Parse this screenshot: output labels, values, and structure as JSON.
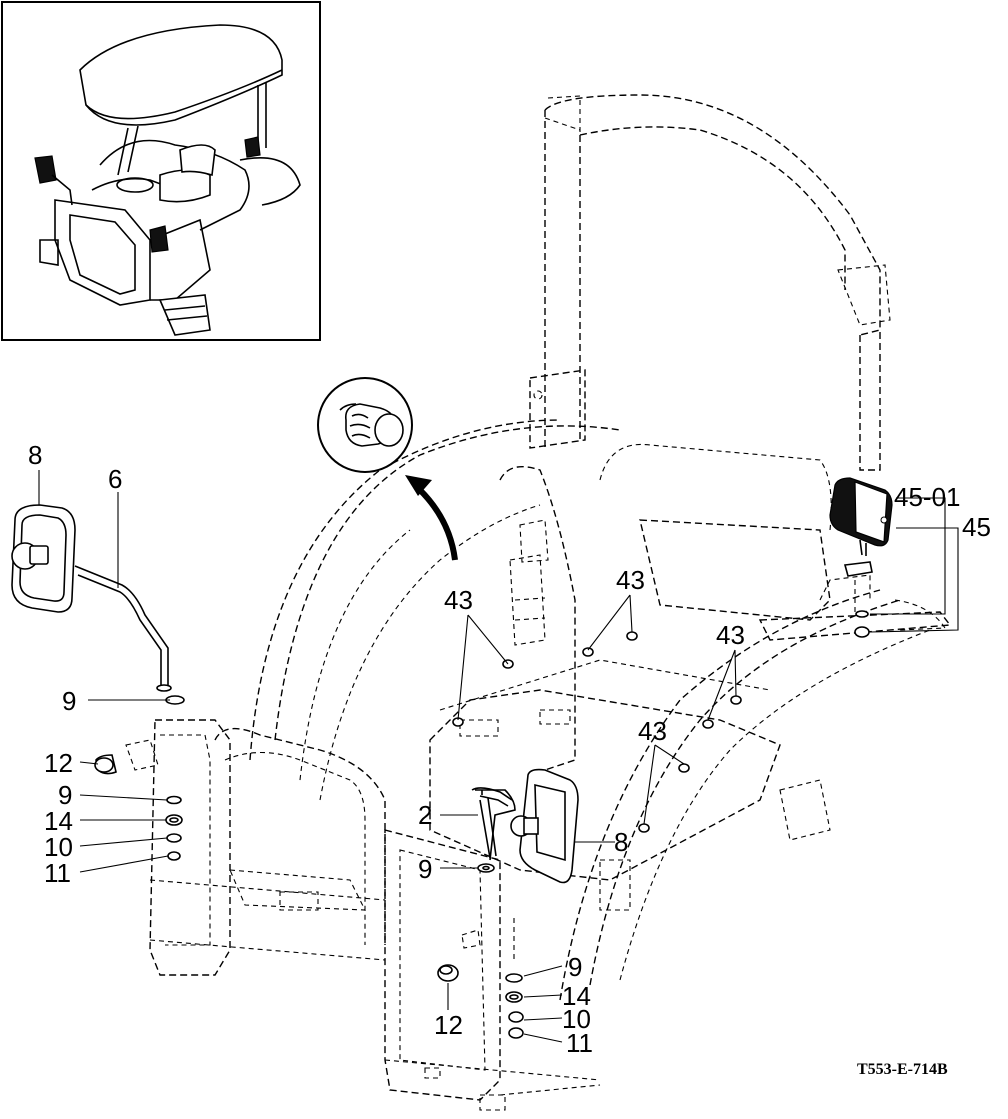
{
  "drawing_code": "T553-E-714B",
  "callouts": {
    "c8_left": "8",
    "c6": "6",
    "c9_a": "9",
    "c12_left": "12",
    "c9_b": "9",
    "c14_left": "14",
    "c10_left": "10",
    "c11_left": "11",
    "c43_a": "43",
    "c43_b": "43",
    "c43_c": "43",
    "c43_d": "43",
    "c45_01": "45-01",
    "c45": "45",
    "c2": "2",
    "c8_right": "8",
    "c9_c": "9",
    "c9_d": "9",
    "c14_right": "14",
    "c10_right": "10",
    "c11_right": "11",
    "c12_right": "12"
  }
}
